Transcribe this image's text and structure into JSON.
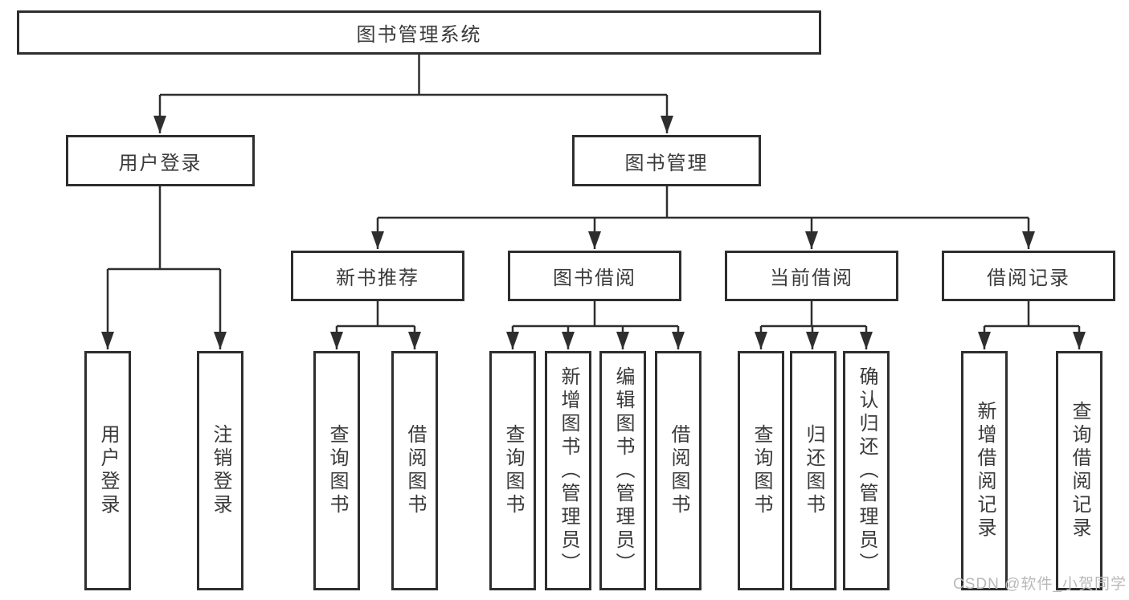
{
  "tree": {
    "root_label": "图书管理系统",
    "children": [
      {
        "label": "用户登录",
        "children": [
          "用户登录",
          "注销登录"
        ]
      },
      {
        "label": "图书管理",
        "children": [
          {
            "label": "新书推荐",
            "children": [
              "查询图书",
              "借阅图书"
            ]
          },
          {
            "label": "图书借阅",
            "children": [
              "查询图书",
              "新增图书（管理员）",
              "编辑图书（管理员）",
              "借阅图书"
            ]
          },
          {
            "label": "当前借阅",
            "children": [
              "查询图书",
              "归还图书",
              "确认归还（管理员）"
            ]
          },
          {
            "label": "借阅记录",
            "children": [
              "新增借阅记录",
              "查询借阅记录"
            ]
          }
        ]
      }
    ]
  },
  "watermark": {
    "text": "CSDN @软件_小贺同学"
  },
  "colors": {
    "line": "#2e2e2e",
    "text": "#3a3a3a",
    "box_background": "#ffffff",
    "watermark": "#b9b9b9"
  }
}
